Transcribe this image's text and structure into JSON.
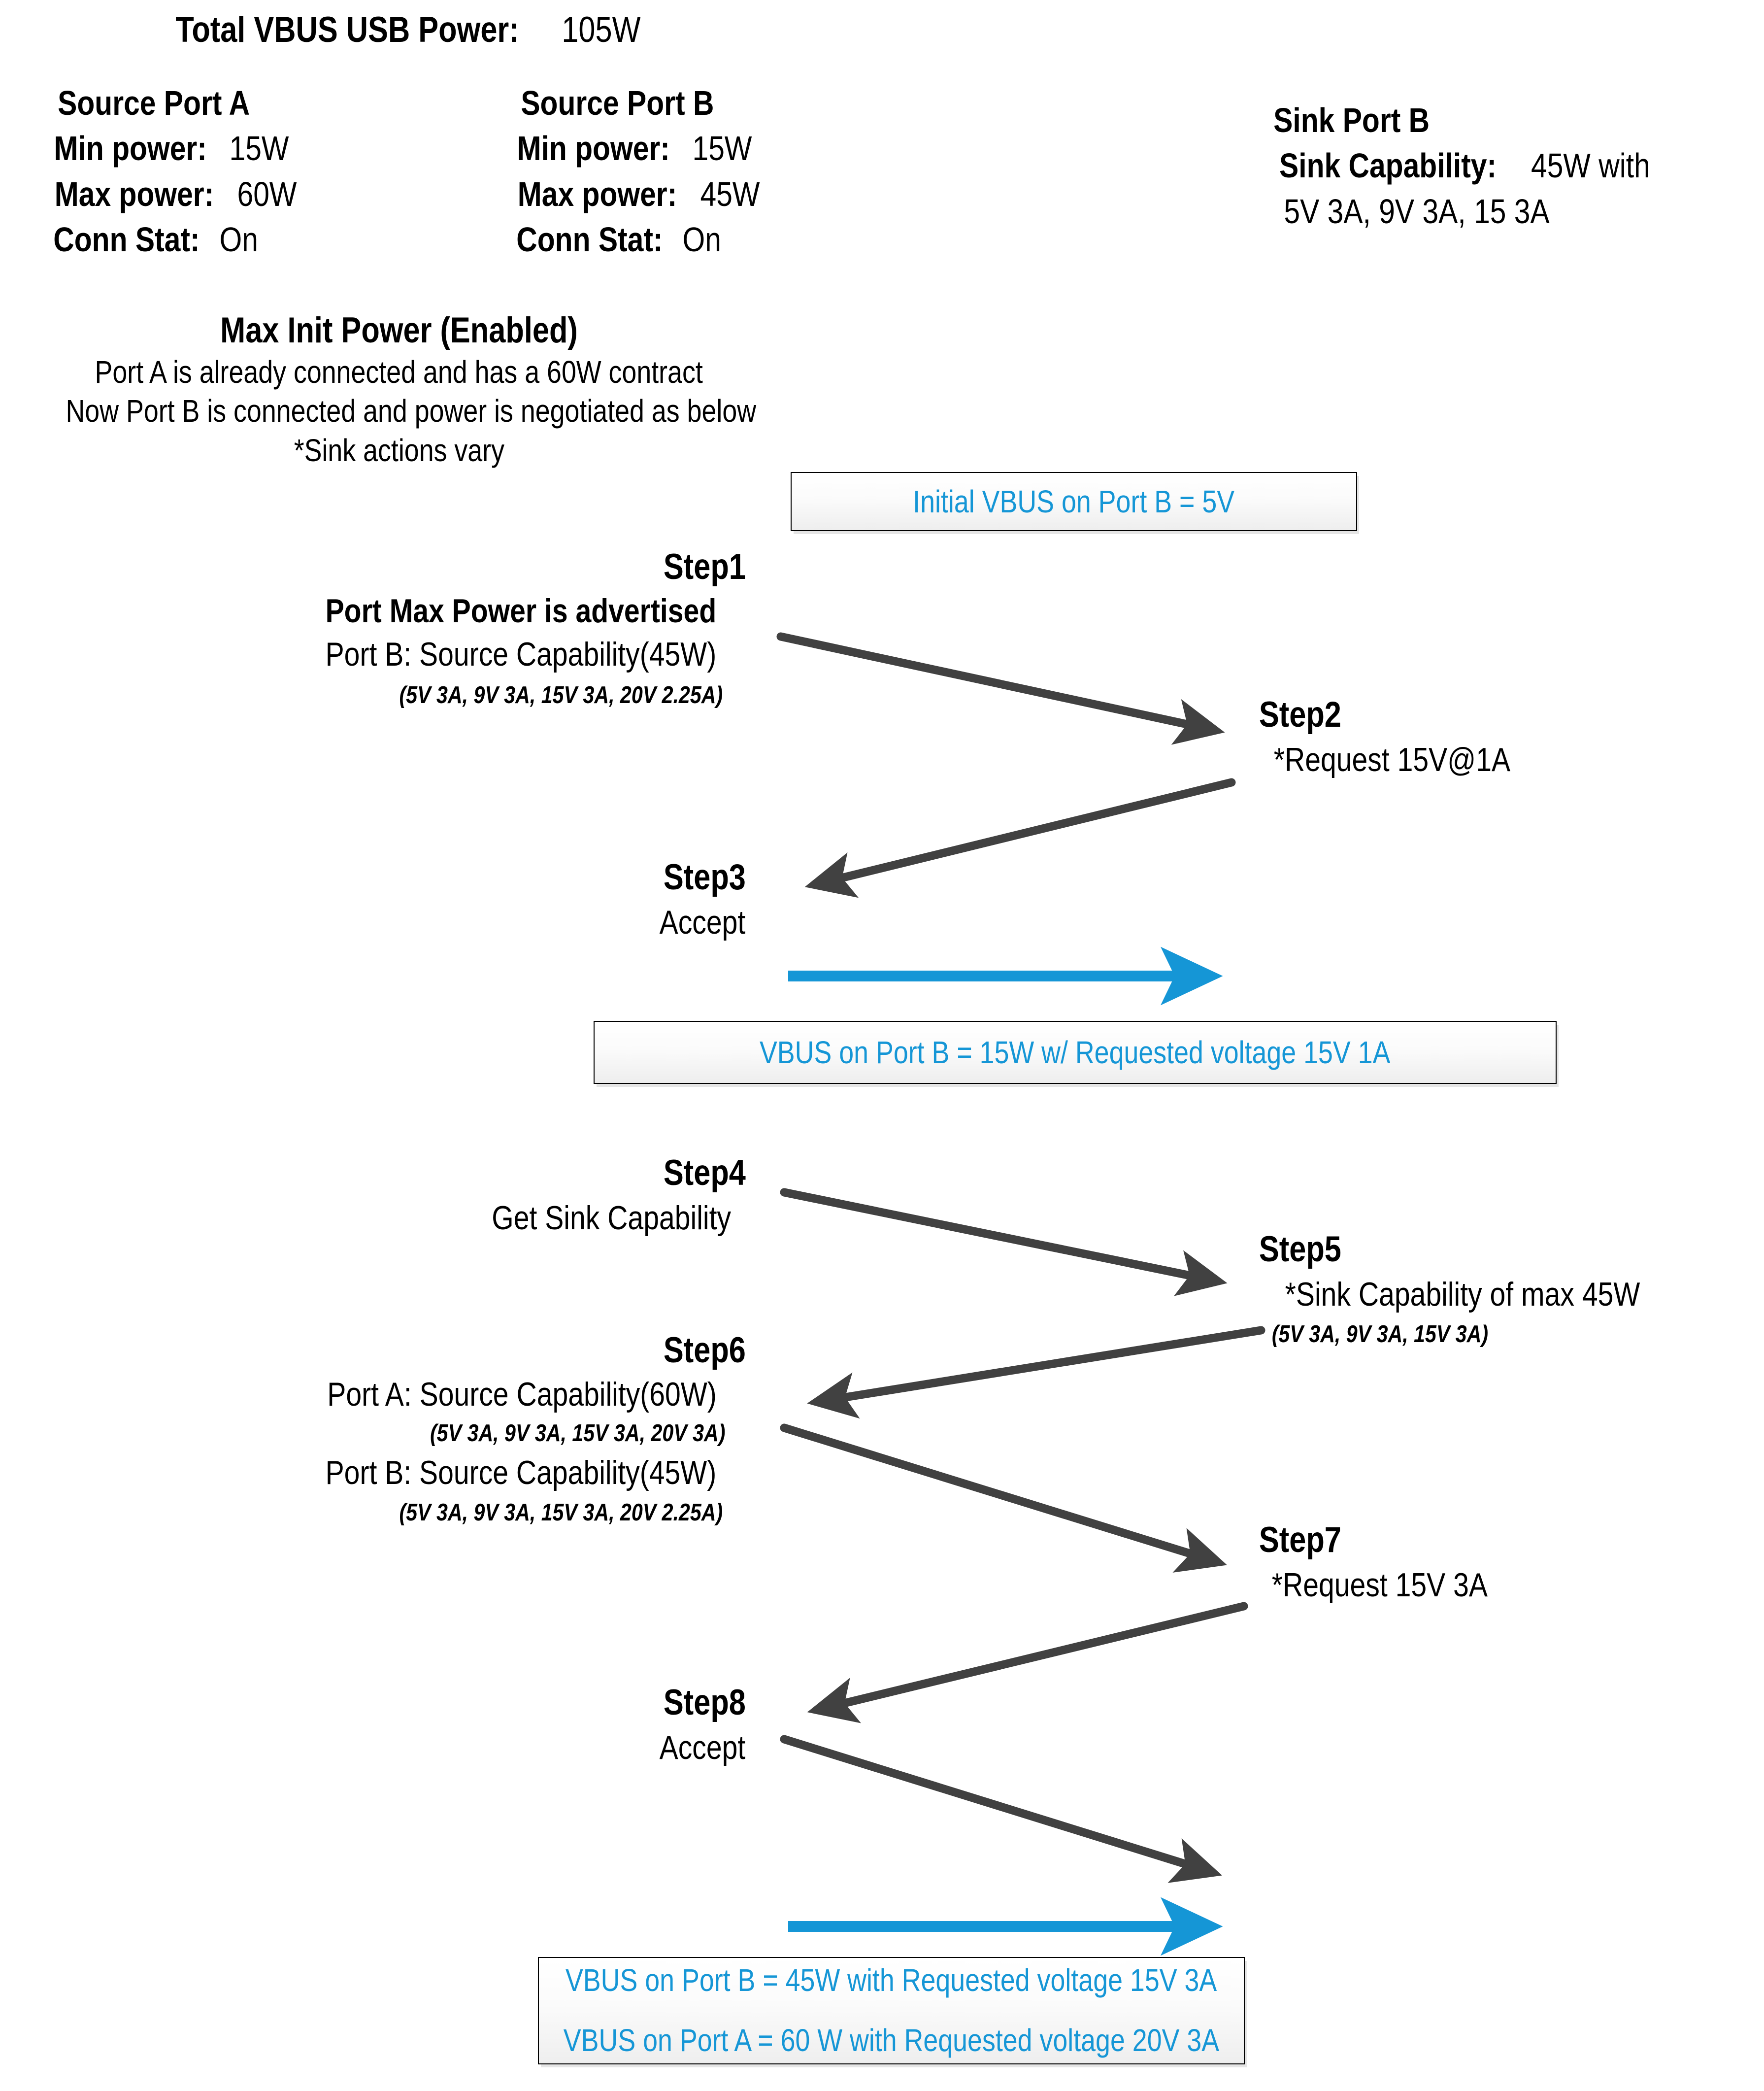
{
  "header": {
    "total_power_label": "Total VBUS USB Power:",
    "total_power_value": "105W"
  },
  "ports": {
    "source_a": {
      "title": "Source Port A",
      "min_label": "Min power:",
      "min_value": "15W",
      "max_label": "Max power:",
      "max_value": "60W",
      "conn_label": "Conn Stat:",
      "conn_value": "On"
    },
    "source_b": {
      "title": "Source Port B",
      "min_label": "Min power:",
      "min_value": "15W",
      "max_label": "Max power:",
      "max_value": "45W",
      "conn_label": "Conn Stat:",
      "conn_value": "On"
    },
    "sink_b": {
      "title": "Sink Port B",
      "capability_label": "Sink Capability:",
      "capability_value": "45W with",
      "pdo_line": "5V 3A, 9V 3A, 15 3A"
    }
  },
  "scenario": {
    "title": "Max Init Power (Enabled)",
    "line1": "Port A is already connected and has a 60W contract",
    "line2": "Now Port B is connected and power is negotiated as below",
    "line3": "*Sink actions vary"
  },
  "callouts": {
    "initial_vbus": "Initial VBUS on Port B = 5V",
    "vbus_15w": "VBUS on Port B = 15W w/ Requested voltage 15V 1A",
    "final_b": "VBUS on Port B = 45W with Requested voltage 15V 3A",
    "final_a": "VBUS on Port A = 60 W with Requested voltage 20V 3A"
  },
  "steps": {
    "step1": {
      "label": "Step1",
      "headline": "Port Max Power is advertised",
      "detail": "Port B: Source Capability(45W)",
      "pdo": "(5V 3A, 9V 3A, 15V 3A, 20V 2.25A)"
    },
    "step2": {
      "label": "Step2",
      "detail": "*Request 15V@1A"
    },
    "step3": {
      "label": "Step3",
      "detail": "Accept"
    },
    "step4": {
      "label": "Step4",
      "detail": "Get Sink Capability"
    },
    "step5": {
      "label": "Step5",
      "detail": "*Sink Capability of max 45W",
      "pdo": "(5V 3A, 9V 3A, 15V 3A)"
    },
    "step6": {
      "label": "Step6",
      "detail_a": "Port A: Source Capability(60W)",
      "pdo_a": "(5V 3A, 9V 3A, 15V 3A, 20V 3A)",
      "detail_b": "Port B: Source Capability(45W)",
      "pdo_b": "(5V 3A, 9V 3A, 15V 3A, 20V 2.25A)"
    },
    "step7": {
      "label": "Step7",
      "detail": "*Request 15V 3A"
    },
    "step8": {
      "label": "Step8",
      "detail": "Accept"
    }
  },
  "colors": {
    "accent_blue": "#1596D6",
    "arrow_gray": "#414141",
    "text_black": "#000000"
  }
}
